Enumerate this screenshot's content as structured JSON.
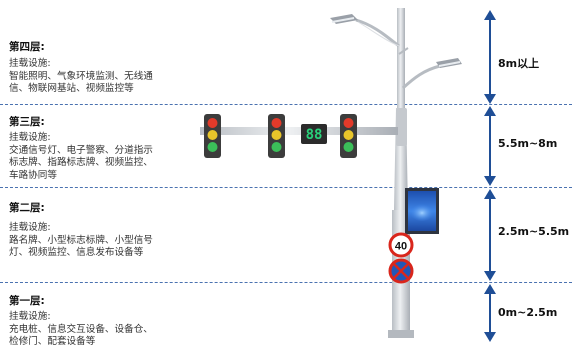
{
  "layers": [
    {
      "title": "第四层:",
      "desc_label": "挂载设施:",
      "desc_lines": [
        "智能照明、气象环境监测、无线通",
        "信、物联网基站、视频监控等"
      ],
      "height": "8m以上"
    },
    {
      "title": "第三层:",
      "desc_label": "挂载设施:",
      "desc_lines": [
        "交通信号灯、电子警察、分道指示",
        "标志牌、指路标志牌、视频监控、",
        "车路协同等"
      ],
      "height": "5.5m~8m"
    },
    {
      "title": "第二层:",
      "desc_label": "挂载设施:",
      "desc_lines": [
        "路名牌、小型标志标牌、小型信号",
        "灯、视频监控、信息发布设备等"
      ],
      "height": "2.5m~5.5m"
    },
    {
      "title": "第一层:",
      "desc_label": "挂载设施:",
      "desc_lines": [
        "充电桩、信息交互设备、设备仓、",
        "检修门、配套设备等"
      ],
      "height": "0m~2.5m"
    }
  ],
  "signs": {
    "speed_limit": "40",
    "countdown": "88"
  },
  "colors": {
    "divider": "#4a72b0",
    "arrow": "#1f4e96",
    "pole": "#cfd3d8",
    "screen": "#2a63c9"
  }
}
